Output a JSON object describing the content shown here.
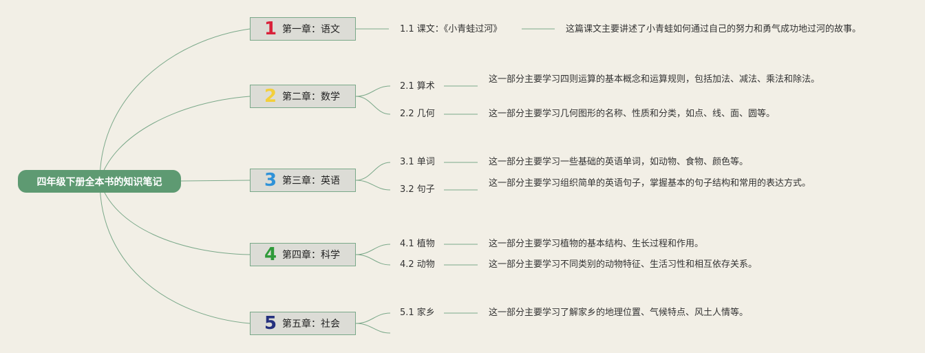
{
  "root": {
    "title": "四年级下册全本书的知识笔记"
  },
  "chapters": [
    {
      "number": "1",
      "title": "第一章：语文",
      "color": "#d9213a",
      "subs": [
        {
          "label": "1.1 课文：《小青蛙过河》",
          "desc": "这篇课文主要讲述了小青蛙如何通过自己的努力和勇气成功地过河的故事。"
        }
      ]
    },
    {
      "number": "2",
      "title": "第二章：数学",
      "color": "#f3cf3a",
      "subs": [
        {
          "label": "2.1 算术",
          "desc": "这一部分主要学习四则运算的基本概念和运算规则，包括加法、减法、乘法和除法。"
        },
        {
          "label": "2.2 几何",
          "desc": "这一部分主要学习几何图形的名称、性质和分类，如点、线、面、圆等。"
        }
      ]
    },
    {
      "number": "3",
      "title": "第三章：英语",
      "color": "#2f92d8",
      "subs": [
        {
          "label": "3.1 单词",
          "desc": "这一部分主要学习一些基础的英语单词，如动物、食物、颜色等。"
        },
        {
          "label": "3.2 句子",
          "desc": "这一部分主要学习组织简单的英语句子，掌握基本的句子结构和常用的表达方式。"
        }
      ]
    },
    {
      "number": "4",
      "title": "第四章：科学",
      "color": "#2f9a3a",
      "subs": [
        {
          "label": "4.1 植物",
          "desc": "这一部分主要学习植物的基本结构、生长过程和作用。"
        },
        {
          "label": "4.2 动物",
          "desc": "这一部分主要学习不同类别的动物特征、生活习性和相互依存关系。"
        }
      ]
    },
    {
      "number": "5",
      "title": "第五章：社会",
      "color": "#24307e",
      "subs": [
        {
          "label": "5.1 家乡",
          "desc": "这一部分主要学习了解家乡的地理位置、气候特点、风土人情等。"
        },
        {
          "label": "",
          "desc": ""
        }
      ]
    }
  ]
}
